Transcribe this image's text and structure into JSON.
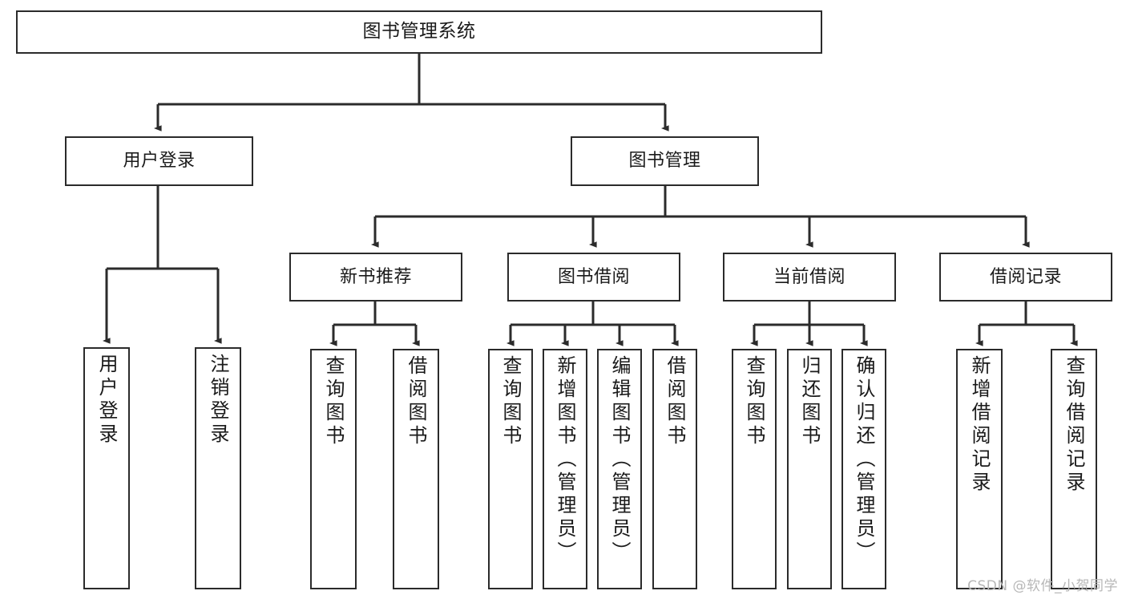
{
  "diagram": {
    "type": "tree-hierarchy-chart",
    "title": "图书管理系统",
    "watermark": "CSDN @软件_小贺同学",
    "colors": {
      "box_border": "#2b2b2b",
      "box_fill": "#ffffff",
      "connector": "#2b2b2b",
      "text": "#1a1a1a",
      "watermark": "#b7b7b7",
      "background": "#ffffff"
    },
    "root": {
      "label": "图书管理系统"
    },
    "level2": [
      {
        "id": "user-login",
        "label": "用户登录"
      },
      {
        "id": "book-management",
        "label": "图书管理"
      }
    ],
    "level3": [
      {
        "id": "new-book-recommend",
        "label": "新书推荐",
        "parent": "book-management"
      },
      {
        "id": "book-borrow",
        "label": "图书借阅",
        "parent": "book-management"
      },
      {
        "id": "current-borrow",
        "label": "当前借阅",
        "parent": "book-management"
      },
      {
        "id": "borrow-record",
        "label": "借阅记录",
        "parent": "book-management"
      }
    ],
    "leaves": [
      {
        "id": "leaf-user-login",
        "label": "用户登录",
        "parent": "user-login"
      },
      {
        "id": "leaf-logout-login",
        "label": "注销登录",
        "parent": "user-login"
      },
      {
        "id": "leaf-query-book-1",
        "label": "查询图书",
        "parent": "new-book-recommend"
      },
      {
        "id": "leaf-borrow-book-1",
        "label": "借阅图书",
        "parent": "new-book-recommend"
      },
      {
        "id": "leaf-query-book-2",
        "label": "查询图书",
        "parent": "book-borrow"
      },
      {
        "id": "leaf-add-book",
        "label": "新增图书（管理员）",
        "parent": "book-borrow"
      },
      {
        "id": "leaf-edit-book",
        "label": "编辑图书（管理员）",
        "parent": "book-borrow"
      },
      {
        "id": "leaf-borrow-book-2",
        "label": "借阅图书",
        "parent": "book-borrow"
      },
      {
        "id": "leaf-query-book-3",
        "label": "查询图书",
        "parent": "current-borrow"
      },
      {
        "id": "leaf-return-book",
        "label": "归还图书",
        "parent": "current-borrow"
      },
      {
        "id": "leaf-confirm-return",
        "label": "确认归还（管理员）",
        "parent": "current-borrow"
      },
      {
        "id": "leaf-add-record",
        "label": "新增借阅记录",
        "parent": "borrow-record"
      },
      {
        "id": "leaf-query-record",
        "label": "查询借阅记录",
        "parent": "borrow-record"
      }
    ]
  }
}
